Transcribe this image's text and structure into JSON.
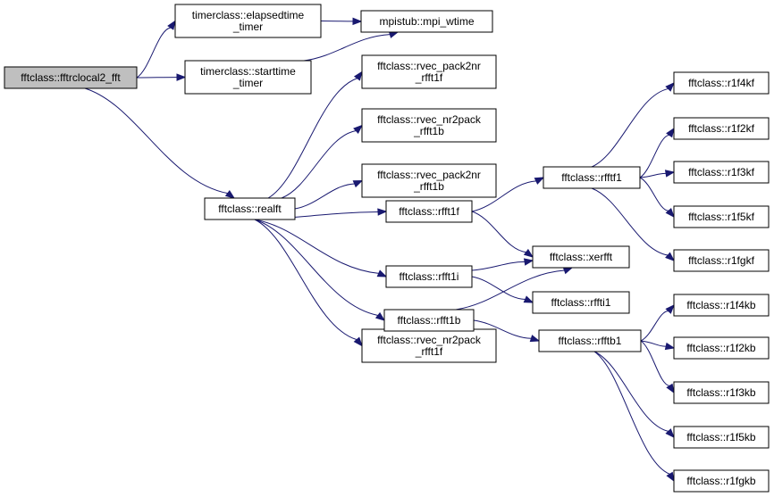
{
  "diagram": {
    "colors": {
      "edge": "#191970",
      "node_fill": "#ffffff",
      "root_fill": "#bfbfbf",
      "border": "#000000"
    },
    "nodes": {
      "fftrclocal2": {
        "lines": [
          "fftclass::fftrclocal2_fft"
        ],
        "root": true
      },
      "elapsedtime": {
        "lines": [
          "timerclass::elapsedtime",
          "_timer"
        ]
      },
      "starttime": {
        "lines": [
          "timerclass::starttime",
          "_timer"
        ]
      },
      "mpi_wtime": {
        "lines": [
          "mpistub::mpi_wtime"
        ]
      },
      "realft": {
        "lines": [
          "fftclass::realft"
        ]
      },
      "rvec_pack2nr_rfft1f": {
        "lines": [
          "fftclass::rvec_pack2nr",
          "_rfft1f"
        ]
      },
      "rvec_nr2pack_rfft1b": {
        "lines": [
          "fftclass::rvec_nr2pack",
          "_rfft1b"
        ]
      },
      "rvec_pack2nr_rfft1b": {
        "lines": [
          "fftclass::rvec_pack2nr",
          "_rfft1b"
        ]
      },
      "rvec_nr2pack_rfft1f": {
        "lines": [
          "fftclass::rvec_nr2pack",
          "_rfft1f"
        ]
      },
      "rfft1f": {
        "lines": [
          "fftclass::rfft1f"
        ]
      },
      "rfft1i": {
        "lines": [
          "fftclass::rfft1i"
        ]
      },
      "rfft1b": {
        "lines": [
          "fftclass::rfft1b"
        ]
      },
      "rfftf1": {
        "lines": [
          "fftclass::rfftf1"
        ]
      },
      "xerfft": {
        "lines": [
          "fftclass::xerfft"
        ]
      },
      "rffti1": {
        "lines": [
          "fftclass::rffti1"
        ]
      },
      "rfftb1": {
        "lines": [
          "fftclass::rfftb1"
        ]
      },
      "r1f4kf": {
        "lines": [
          "fftclass::r1f4kf"
        ]
      },
      "r1f2kf": {
        "lines": [
          "fftclass::r1f2kf"
        ]
      },
      "r1f3kf": {
        "lines": [
          "fftclass::r1f3kf"
        ]
      },
      "r1f5kf": {
        "lines": [
          "fftclass::r1f5kf"
        ]
      },
      "r1fgkf": {
        "lines": [
          "fftclass::r1fgkf"
        ]
      },
      "r1f4kb": {
        "lines": [
          "fftclass::r1f4kb"
        ]
      },
      "r1f2kb": {
        "lines": [
          "fftclass::r1f2kb"
        ]
      },
      "r1f3kb": {
        "lines": [
          "fftclass::r1f3kb"
        ]
      },
      "r1f5kb": {
        "lines": [
          "fftclass::r1f5kb"
        ]
      },
      "r1fgkb": {
        "lines": [
          "fftclass::r1fgkb"
        ]
      }
    },
    "edges": [
      [
        "fftrclocal2",
        "elapsedtime"
      ],
      [
        "fftrclocal2",
        "starttime"
      ],
      [
        "fftrclocal2",
        "realft"
      ],
      [
        "elapsedtime",
        "mpi_wtime"
      ],
      [
        "starttime",
        "mpi_wtime"
      ],
      [
        "realft",
        "rvec_pack2nr_rfft1f"
      ],
      [
        "realft",
        "rvec_nr2pack_rfft1b"
      ],
      [
        "realft",
        "rvec_pack2nr_rfft1b"
      ],
      [
        "realft",
        "rfft1f"
      ],
      [
        "realft",
        "rfft1i"
      ],
      [
        "realft",
        "rfft1b"
      ],
      [
        "realft",
        "rvec_nr2pack_rfft1f"
      ],
      [
        "rfft1f",
        "rfftf1"
      ],
      [
        "rfft1f",
        "xerfft"
      ],
      [
        "rfft1i",
        "xerfft"
      ],
      [
        "rfft1i",
        "rffti1"
      ],
      [
        "rfft1b",
        "xerfft"
      ],
      [
        "rfft1b",
        "rfftb1"
      ],
      [
        "rfftf1",
        "r1f4kf"
      ],
      [
        "rfftf1",
        "r1f2kf"
      ],
      [
        "rfftf1",
        "r1f3kf"
      ],
      [
        "rfftf1",
        "r1f5kf"
      ],
      [
        "rfftf1",
        "r1fgkf"
      ],
      [
        "rfftb1",
        "r1f4kb"
      ],
      [
        "rfftb1",
        "r1f2kb"
      ],
      [
        "rfftb1",
        "r1f3kb"
      ],
      [
        "rfftb1",
        "r1f5kb"
      ],
      [
        "rfftb1",
        "r1fgkb"
      ]
    ]
  }
}
